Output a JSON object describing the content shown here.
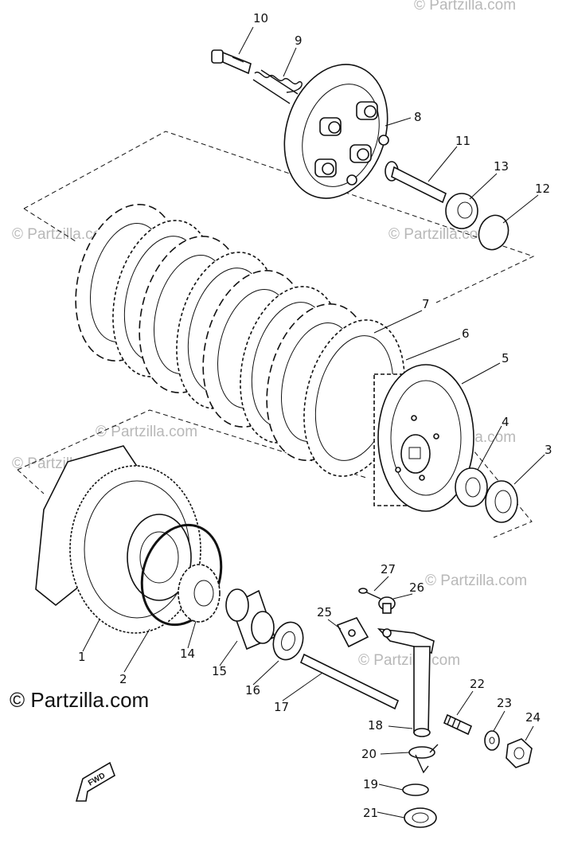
{
  "watermark": {
    "brand": "© Partzilla.com",
    "main": "© Partzilla.com"
  },
  "fwd_label": "FWD",
  "callouts": [
    "10",
    "9",
    "8",
    "11",
    "13",
    "12",
    "7",
    "6",
    "5",
    "4",
    "3",
    "1",
    "2",
    "14",
    "15",
    "16",
    "17",
    "18",
    "20",
    "19",
    "21",
    "22",
    "23",
    "24",
    "25",
    "26",
    "27"
  ],
  "colors": {
    "ink": "#111111",
    "watermark": "#b8b8b8",
    "background": "#ffffff"
  }
}
